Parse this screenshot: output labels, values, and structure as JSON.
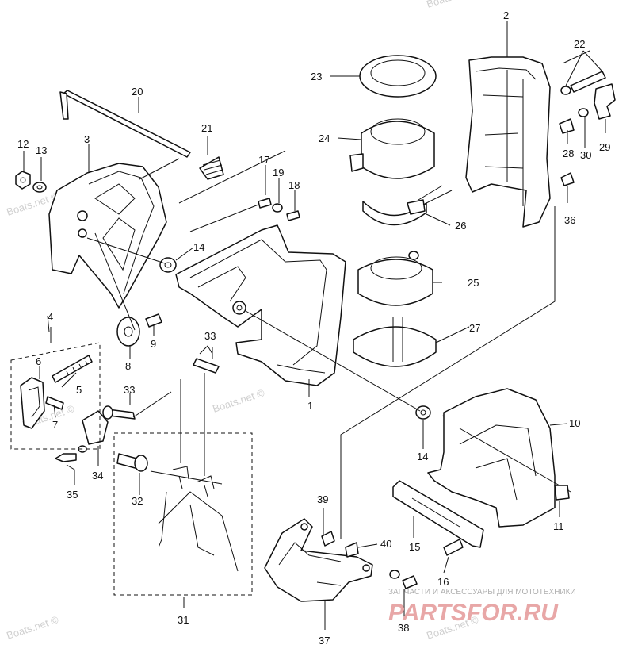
{
  "watermarks": [
    "Boats.net ©",
    "Boats.net ©",
    "Boats.net ©",
    "Boats.net ©",
    "Boats.net ©",
    "Boats.net ©",
    "Boats.net ©"
  ],
  "brand": {
    "subtitle": "ЗАПЧАСТИ И АКСЕССУАРЫ ДЛЯ МОТОТЕХНИКИ",
    "name": "PARTSFOR.RU"
  },
  "labels": {
    "p1": "1",
    "p2": "2",
    "p3": "3",
    "p4": "4",
    "p5": "5",
    "p6": "6",
    "p7": "7",
    "p8": "8",
    "p9": "9",
    "p10": "10",
    "p11": "11",
    "p12": "12",
    "p13": "13",
    "p14a": "14",
    "p14b": "14",
    "p15": "15",
    "p16": "16",
    "p17": "17",
    "p18": "18",
    "p19": "19",
    "p20": "20",
    "p21": "21",
    "p22": "22",
    "p23": "23",
    "p24": "24",
    "p25": "25",
    "p26": "26",
    "p27": "27",
    "p28": "28",
    "p29": "29",
    "p30": "30",
    "p31": "31",
    "p32": "32",
    "p33a": "33",
    "p33b": "33",
    "p34": "34",
    "p35": "35",
    "p36": "36",
    "p37": "37",
    "p38": "38",
    "p39": "39",
    "p40": "40"
  }
}
